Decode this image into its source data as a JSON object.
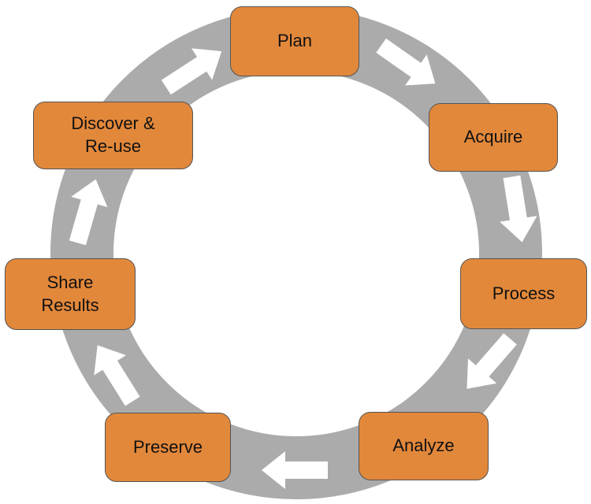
{
  "diagram": {
    "kind": "cycle",
    "stages": [
      {
        "id": "plan",
        "label": "Plan"
      },
      {
        "id": "acquire",
        "label": "Acquire"
      },
      {
        "id": "process",
        "label": "Process"
      },
      {
        "id": "analyze",
        "label": "Analyze"
      },
      {
        "id": "preserve",
        "label": "Preserve"
      },
      {
        "id": "share-results",
        "label": "Share\nResults"
      },
      {
        "id": "discover-reuse",
        "label": "Discover &\nRe-use"
      }
    ],
    "flow_order": "Plan > Acquire > Process > Analyze > Preserve > Share Results > Discover & Re-use > Plan",
    "colors": {
      "ring": "#ABABAB",
      "arrow": "#FFFFFF",
      "box_fill": "#E2883B",
      "box_border": "#545454",
      "text": "#111111",
      "background": "#FFFFFF"
    }
  }
}
